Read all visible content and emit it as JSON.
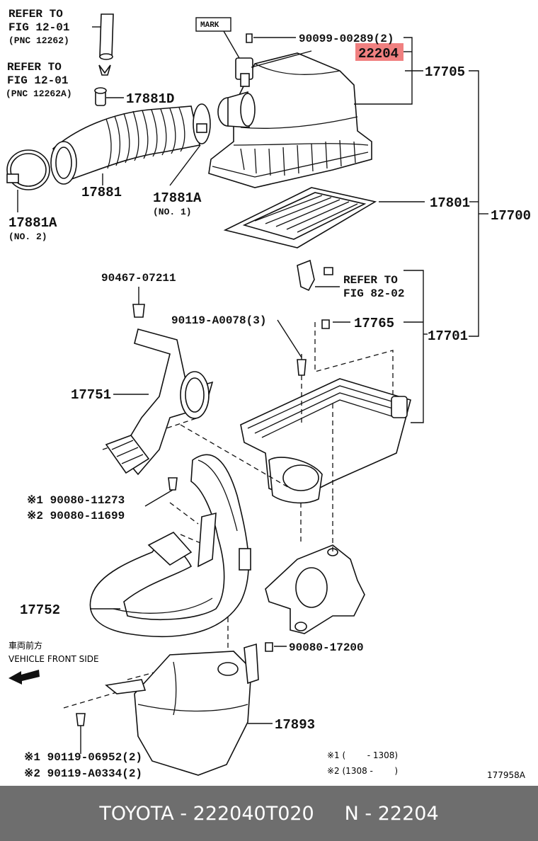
{
  "diagram": {
    "refs": {
      "ref1_l1": "REFER TO",
      "ref1_l2": "FIG 12-01",
      "ref1_l3": "(PNC 12262)",
      "ref2_l1": "REFER TO",
      "ref2_l2": "FIG 12-01",
      "ref2_l3": "(PNC 12262A)",
      "ref3_l1": "REFER TO",
      "ref3_l2": "FIG 82-02"
    },
    "mark": "MARK",
    "labels": {
      "p_90099": "90099-00289(2)",
      "p_22204": "22204",
      "p_17705": "17705",
      "p_17881D": "17881D",
      "p_17881": "17881",
      "p_17881A1": "17881A",
      "p_17881A1_sub": "(NO. 1)",
      "p_17881A2": "17881A",
      "p_17881A2_sub": "(NO. 2)",
      "p_17801": "17801",
      "p_17700": "17700",
      "p_90467": "90467-07211",
      "p_90119a": "90119-A0078(3)",
      "p_17765": "17765",
      "p_17701": "17701",
      "p_17751": "17751",
      "p_90080a": "※1 90080-11273",
      "p_90080b": "※2 90080-11699",
      "p_17752": "17752",
      "p_90080c": "90080-17200",
      "p_17893": "17893",
      "p_90119b": "※1 90119-06952(2)",
      "p_90119c": "※2 90119-A0334(2)"
    },
    "vehicle_front_jp": "車両前方",
    "vehicle_front_en": "VEHICLE FRONT SIDE",
    "note1": "※1 (        - 1308)",
    "note2": "※2 (1308 -        )",
    "figure_number": "177958A",
    "highlight_color": "#f08080"
  },
  "footer": {
    "text": "TOYOTA - 222040T020     N - 22204"
  }
}
